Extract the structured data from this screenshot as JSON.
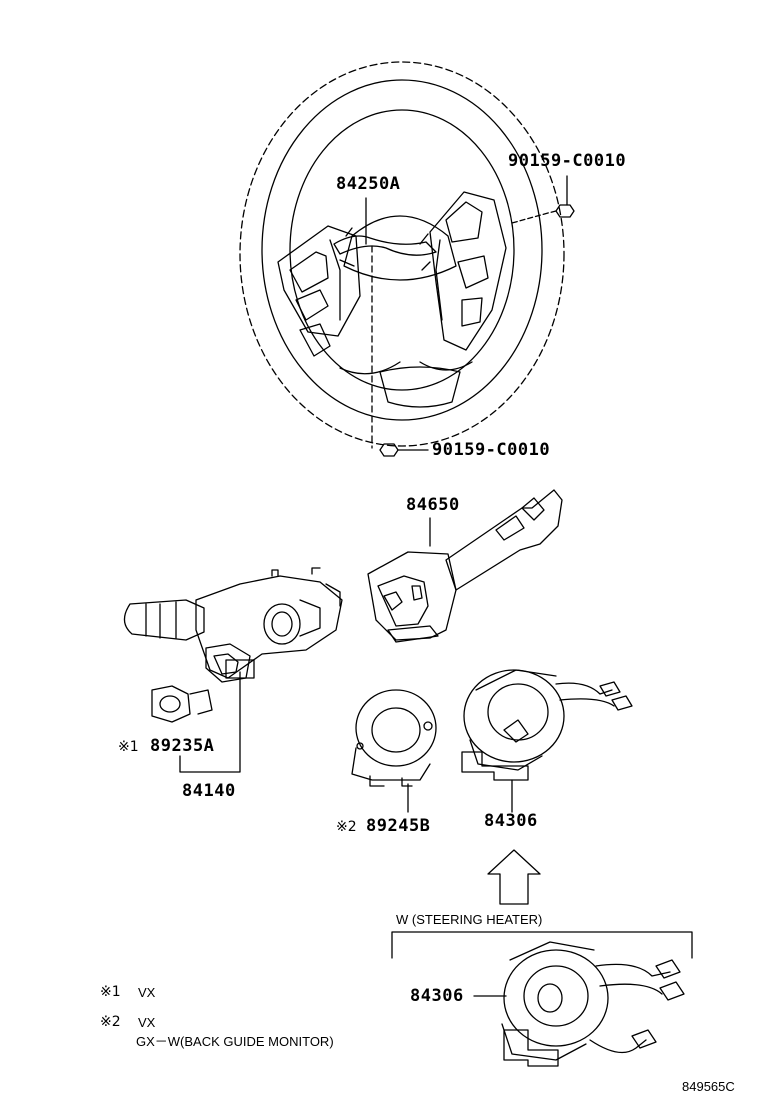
{
  "parts": {
    "p84250A": "84250A",
    "p90159_top": "90159-C0010",
    "p90159_bottom": "90159-C0010",
    "p84650": "84650",
    "p89235A": "89235A",
    "p84140": "84140",
    "p89245B": "89245B",
    "p84306_main": "84306",
    "p84306_heater": "84306"
  },
  "marks": {
    "m1": "※1",
    "m2": "※2"
  },
  "variant": {
    "heater_label": "W (STEERING HEATER)"
  },
  "legend": {
    "note1_mark": "※1",
    "note1_text": "VX",
    "note2_mark": "※2",
    "note2_text": "VX",
    "note2_line2": "GX－W(BACK GUIDE MONITOR)"
  },
  "drawing_code": "849565C"
}
